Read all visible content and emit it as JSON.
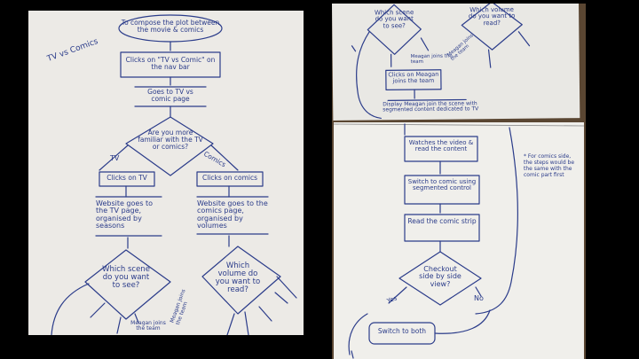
{
  "left": {
    "corner_note": "TV vs Comics",
    "start": "To compose the plot between the movie & comics",
    "click_nav": "Clicks on \"TV vs Comic\" on the nav bar",
    "goes_page": "Goes to TV vs comic page",
    "question": "Are you more familiar with the TV or comics?",
    "label_tv": "TV",
    "label_comics": "Comics",
    "clicks_tv": "Clicks on TV",
    "clicks_comics": "Clicks on comics",
    "tv_page": "Website goes to the TV page, organised by seasons",
    "comics_page": "Website goes to the comics page, organised by volumes",
    "which_scene": "Which scene do you want to see?",
    "which_volume": "Which volume do you want to read?",
    "megan_joins": "Meagan joins the team",
    "megan_bottom": "Meagan joins the team"
  },
  "right_top": {
    "which_scene": "Which scene do you want to see?",
    "which_volume": "Which volume do you want to read?",
    "megan_label": "Meagan joins the team",
    "megan_side": "Meagan joins the team",
    "clicks_megan": "Clicks on Meagan joins the team",
    "display": "Display Meagan join the scene with segmented content dedicated to TV"
  },
  "right_bottom": {
    "watches": "Watches the video & read the content",
    "switch_comic": "Switch to comic using segmented control",
    "read_strip": "Read the comic strip",
    "checkout": "Checkout side by side view?",
    "yes": "Yes",
    "no": "No",
    "switch_both": "Switch to both",
    "side_note": "* For comics side, the steps would be the same with the comic part first"
  }
}
